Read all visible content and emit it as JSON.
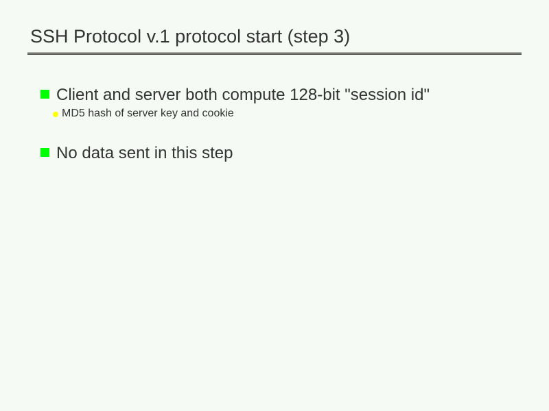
{
  "slide": {
    "title": "SSH Protocol v.1 protocol start (step 3)",
    "background_color": "#f5faf5",
    "text_color": "#333333",
    "rule": {
      "name": "title-underline-rule",
      "top_color": "#a9aaa5",
      "bottom_color": "#55564f"
    },
    "markers": {
      "level1_color": "#00ff00",
      "level1_shape": "square",
      "level2_color": "#ffff00",
      "level2_shape": "circle"
    },
    "bullets": [
      {
        "level": 1,
        "marker": "green-square-bullet-icon",
        "text": "Client and server both compute 128-bit \"session id\""
      },
      {
        "level": 2,
        "marker": "yellow-dot-bullet-icon",
        "text": "MD5 hash of server key and cookie"
      },
      {
        "level": 1,
        "marker": "green-square-bullet-icon",
        "text": "No data sent in this step"
      }
    ]
  }
}
